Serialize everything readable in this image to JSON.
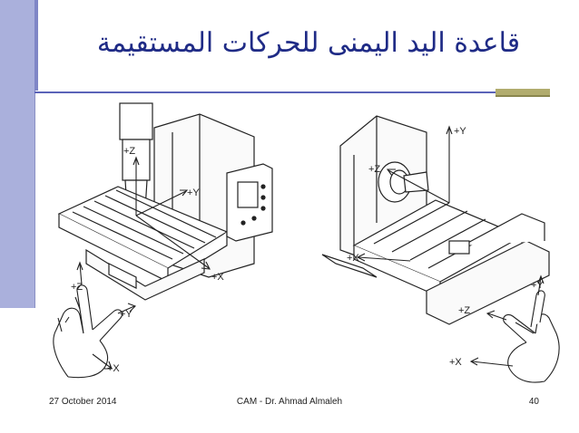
{
  "slide": {
    "title": "قاعدة اليد اليمنى للحركات المستقيمة",
    "footer_date": "27 October 2014",
    "footer_center": "CAM - Dr. Ahmad Almaleh",
    "page_number": "40"
  },
  "figure": {
    "left_machine_axes": {
      "z": "+Z",
      "y": "+Y",
      "x": "+X"
    },
    "right_machine_axes": {
      "y": "+Y",
      "z": "+Z",
      "x": "+X"
    },
    "left_hand_axes": {
      "z": "+Z",
      "y": "+Y",
      "x": "+X"
    },
    "right_hand_axes": {
      "y": "+Y",
      "z": "+Z",
      "x": "+X"
    }
  },
  "colors": {
    "title": "#1f2b86",
    "left_bar": "#aab0dc",
    "rule": "#5b63b8",
    "accent": "#b1ac6e"
  }
}
